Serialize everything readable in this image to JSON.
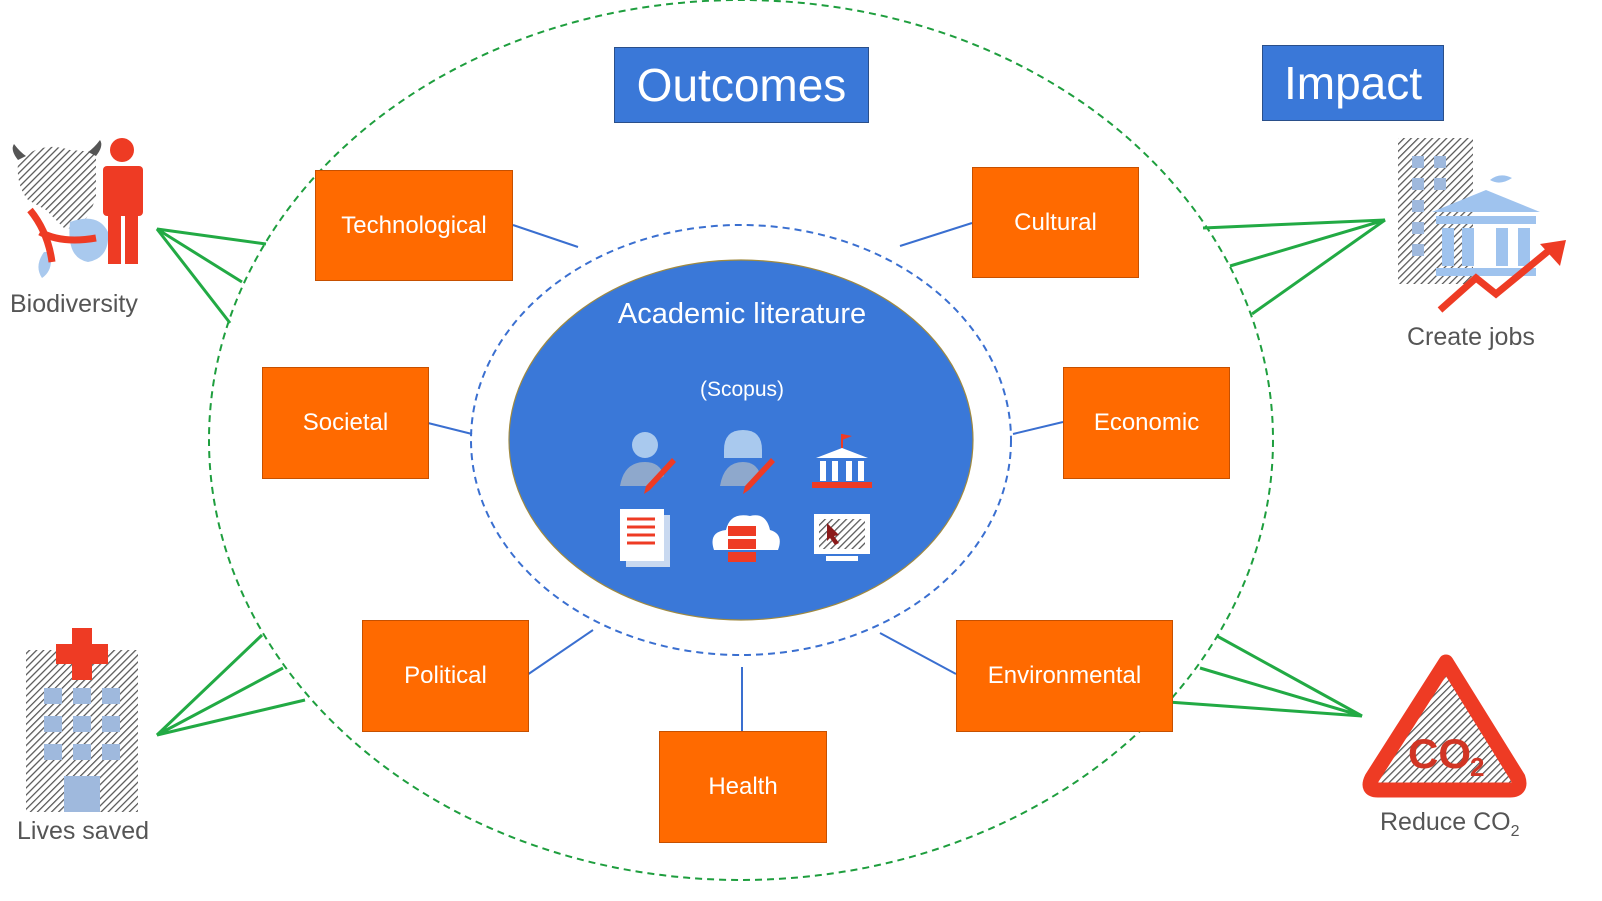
{
  "headers": {
    "outcomes": "Outcomes",
    "impact": "Impact"
  },
  "center": {
    "title": "Academic literature",
    "subtitle": "(Scopus)",
    "icons": [
      "author-icon",
      "author-icon",
      "institution-icon",
      "document-icon",
      "cloud-database-icon",
      "computer-screen-icon"
    ]
  },
  "outcomes": {
    "technological": "Technological",
    "cultural": "Cultural",
    "societal": "Societal",
    "economic": "Economic",
    "political": "Political",
    "health": "Health",
    "environmental": "Environmental"
  },
  "impacts": {
    "biodiversity": {
      "label": "Biodiversity",
      "icon": "cow-person-plant-icon"
    },
    "jobs": {
      "label": "Create jobs",
      "icon": "building-growth-icon"
    },
    "lives": {
      "label": "Lives saved",
      "icon": "hospital-icon"
    },
    "co2": {
      "label": "Reduce CO",
      "sub": "2",
      "icon": "co2-warning-icon"
    }
  },
  "colors": {
    "node_fill": "#ff6a00",
    "header_fill": "#3a78d8",
    "center_fill": "#3a78d8",
    "outer_dash": "#1e9e3e",
    "inner_dash": "#3a6fd0",
    "connector_green": "#22aa44",
    "connector_blue": "#3a6fd0",
    "icon_red": "#ee3b24",
    "icon_blue": "#9fc3ee"
  }
}
